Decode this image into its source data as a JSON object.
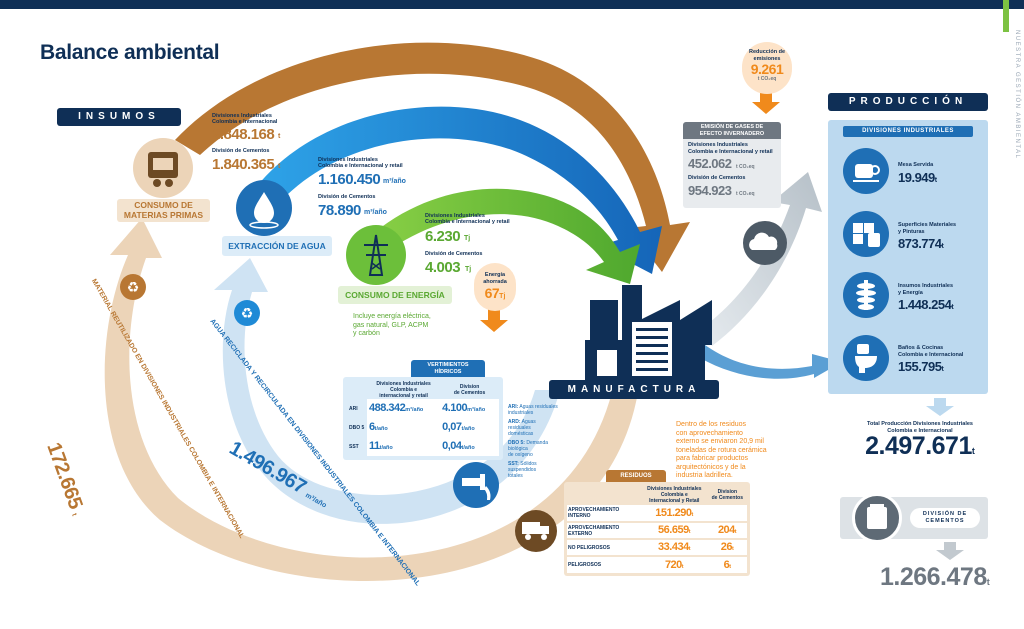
{
  "title": "Balance ambiental",
  "side_label": "NUESTRA GESTIÓN AMBIENTAL",
  "insumos": {
    "header": "INSUMOS",
    "materias": {
      "label": "CONSUMO DE MATERIAS PRIMAS",
      "l1": "Divisiones Industriales",
      "l2": "Colombia e Internacional",
      "v1": "2.848.168",
      "u1": "t",
      "l3": "División de Cementos",
      "v2": "1.840.365",
      "u2": "t"
    },
    "agua": {
      "label": "EXTRACCIÓN DE AGUA",
      "l1": "Divisiones Industriales",
      "l2": "Colombia e Internacional y retail",
      "v1": "1.160.450",
      "u1": "m³/año",
      "l3": "División de Cementos",
      "v2": "78.890",
      "u2": "m³/año"
    },
    "energia": {
      "label": "CONSUMO DE ENERGÍA",
      "l1": "Divisiones Industriales",
      "l2": "Colombia e Internacional y retail",
      "v1": "6.230",
      "u1": "Tj",
      "l3": "División de Cementos",
      "v2": "4.003",
      "u2": "Tj",
      "note1": "Incluye energía eléctrica,",
      "note2": "gas natural, GLP, ACPM",
      "note3": "y carbón"
    }
  },
  "energia_ahorrada": {
    "l1": "Energía",
    "l2": "ahorrada",
    "value": "67",
    "unit": "Tj"
  },
  "reduccion": {
    "l1": "Reducción de",
    "l2": "emisiones",
    "value": "9.261",
    "unit": "t CO₂eq"
  },
  "emision": {
    "h1": "EMISIÓN DE GASES DE",
    "h2": "EFECTO INVERNADERO",
    "l1": "Divisiones Industriales",
    "l2": "Colombia e Internacional y retail",
    "v1": "452.062",
    "u1": "t CO₂eq",
    "l3": "División de Cementos",
    "v2": "954.923",
    "u2": "t CO₂eq"
  },
  "manufactura": "MANUFACTURA",
  "vertimientos": {
    "h1": "VERTIMIENTOS",
    "h2": "HÍDRICOS",
    "col1a": "Divisiones Industriales",
    "col1b": "Colombia e",
    "col1c": "internacional y retail",
    "col2a": "Division",
    "col2b": "de Cementos",
    "rows": [
      {
        "k": "ARI",
        "a": "488.342",
        "au": "m³/año",
        "b": "4.100",
        "bu": "m³/año"
      },
      {
        "k": "DBO 5",
        "a": "6",
        "au": "t/año",
        "b": "0,07",
        "bu": "t/año"
      },
      {
        "k": "SST",
        "a": "11",
        "au": "t/año",
        "b": "0,04",
        "bu": "t/año"
      }
    ],
    "legend": [
      {
        "k": "ARI:",
        "t1": "Aguas residuales",
        "t2": "industriales"
      },
      {
        "k": "ARD:",
        "t1": "Aguas residuales",
        "t2": "domésticas"
      },
      {
        "k": "DBO 5:",
        "t1": "Demanda biológica",
        "t2": "de oxígeno"
      },
      {
        "k": "SST:",
        "t1": "Sólidos suspendidos",
        "t2": "totales"
      }
    ]
  },
  "residuos": {
    "header": "RESIDUOS",
    "col1a": "Divisiones Industriales",
    "col1b": "Colombia e",
    "col1c": "Internacional y Retail",
    "col2a": "Division",
    "col2b": "de Cementos",
    "rows": [
      {
        "k": "APROVECHAMIENTO INTERNO",
        "a": "151.290",
        "au": "t",
        "b": "",
        "bu": ""
      },
      {
        "k": "APROVECHAMIENTO EXTERNO",
        "a": "56.659",
        "au": "t",
        "b": "204",
        "bu": "t"
      },
      {
        "k": "NO PELIGROSOS",
        "a": "33.434",
        "au": "t",
        "b": "26",
        "bu": "t"
      },
      {
        "k": "PELIGROSOS",
        "a": "720",
        "au": "t",
        "b": "6",
        "bu": "t"
      }
    ],
    "note": [
      "Dentro de los residuos",
      "con aprovechamiento",
      "externo se enviaron 20,9 mil",
      "toneladas de rotura cerámica",
      "para fabricar productos",
      "arquitectónicos y de la",
      "industria ladrillera."
    ]
  },
  "material_reutilizado": {
    "value": "172.665",
    "unit": "t",
    "text": "MATERIAL REUTILIZADO EN DIVISIONES INDUSTRIALES COLOMBIA E INTERNACIONAL"
  },
  "agua_reciclada": {
    "value": "1.496.967",
    "unit": "m³/año",
    "text": "AGUA RECICLADA Y RECIRCULADA EN DIVISIONES INDUSTRIALES COLOMBIA E INTERNACIONAL"
  },
  "produccion": {
    "header": "PRODUCCIÓN",
    "sub": "DIVISIONES INDUSTRIALES",
    "items": [
      {
        "l1": "Mesa Servida",
        "l2": "",
        "value": "19.949",
        "unit": "t"
      },
      {
        "l1": "Superficies Materiales",
        "l2": "y Pinturas",
        "value": "873.774",
        "unit": "t"
      },
      {
        "l1": "Insumos Industriales",
        "l2": "y Energía",
        "value": "1.448.254",
        "unit": "t"
      },
      {
        "l1": "Baños & Cocinas",
        "l2": "Colombia e Internacional",
        "value": "155.795",
        "unit": "t"
      }
    ],
    "total_l1": "Total Producción Divisiones Industriales",
    "total_l2": "Colombia e Internacional",
    "total": "2.497.671",
    "total_unit": "t",
    "cem_l1": "DIVISIÓN DE",
    "cem_l2": "CEMENTOS",
    "cem_value": "1.266.478",
    "cem_unit": "t"
  },
  "colors": {
    "navy": "#0f2f56",
    "brown": "#b87733",
    "blue": "#1f8ad6",
    "green": "#6cbf3a",
    "orange": "#f08a1c",
    "lightblue": "#bcd9ef",
    "lightbrown": "#ecd4b8"
  }
}
